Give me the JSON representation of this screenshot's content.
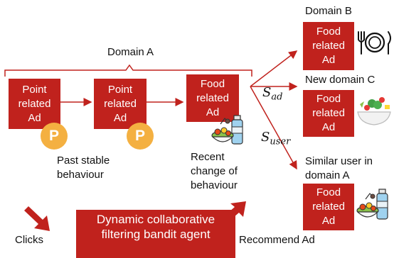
{
  "domain_a_label": "Domain A",
  "boxes": [
    {
      "text": "Point related Ad"
    },
    {
      "text": "Point related Ad"
    },
    {
      "text": "Food related Ad"
    }
  ],
  "coin_symbol": "P",
  "past_label": "Past stable behaviour",
  "recent_label": "Recent change of behaviour",
  "s_ad": {
    "base": "S",
    "sub": "ad"
  },
  "s_user": {
    "base": "S",
    "sub": "user"
  },
  "right": {
    "domain_b_label": "Domain B",
    "domain_c_label": "New domain C",
    "similar_label": "Similar user in domain A",
    "box_text": "Food related Ad"
  },
  "bottom": {
    "clicks_label": "Clicks",
    "agent_label": "Dynamic collaborative filtering bandit agent",
    "recommend_label": "Recommend Ad"
  },
  "icons": [
    "coin-icon",
    "food-drink-icon",
    "plate-cutlery-icon",
    "salad-bowl-icon",
    "big-arrow-icon"
  ],
  "colors": {
    "box": "#c0221d",
    "coin": "#f4b041",
    "arrow": "#c0221d",
    "bracket": "#c0221d"
  }
}
